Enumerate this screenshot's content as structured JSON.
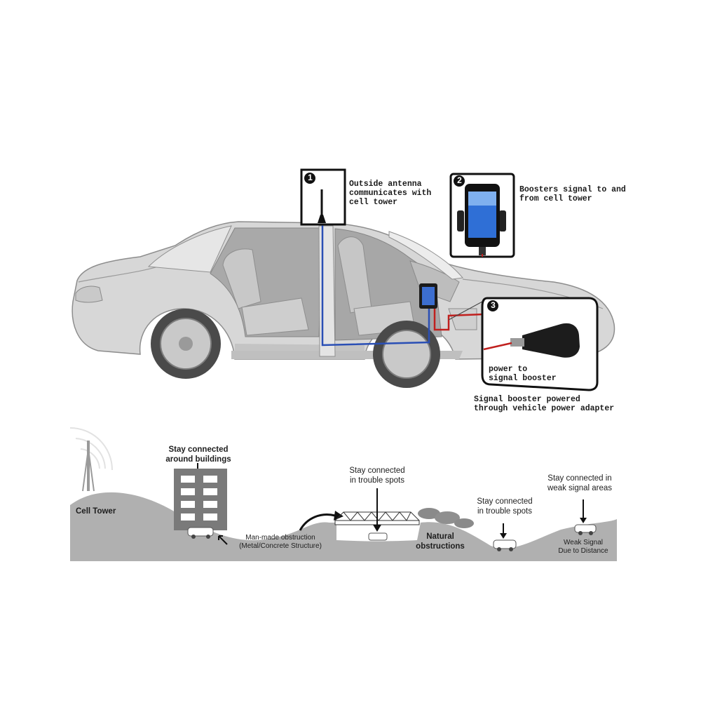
{
  "callouts": {
    "antenna": {
      "number": "1",
      "text": "Outside antenna\ncommunicates with\ncell tower"
    },
    "booster": {
      "number": "2",
      "text": "Boosters signal to and\nfrom cell tower"
    },
    "adapter": {
      "number": "3",
      "inner_text": "power to\nsignal booster",
      "caption": "Signal booster powered\nthrough vehicle power adapter"
    }
  },
  "scene": {
    "cell_tower": "Cell Tower",
    "buildings": "Stay connected\naround buildings",
    "obstruction": "Man-made obstruction\n(Metal/Concrete Structure)",
    "trouble_spots_1": "Stay connected\nin trouble spots",
    "natural": "Natural\nobstructions",
    "trouble_spots_2": "Stay connected\nin trouble spots",
    "weak_areas": "Stay connected in\nweak signal areas",
    "weak_signal": "Weak Signal\nDue to Distance"
  },
  "colors": {
    "car_body": "#d7d7d7",
    "car_shadow": "#b9b9b9",
    "cable_blue": "#2a4fb5",
    "cable_red": "#c0201e",
    "terrain": "#b0b0b0",
    "frame": "#111111"
  }
}
